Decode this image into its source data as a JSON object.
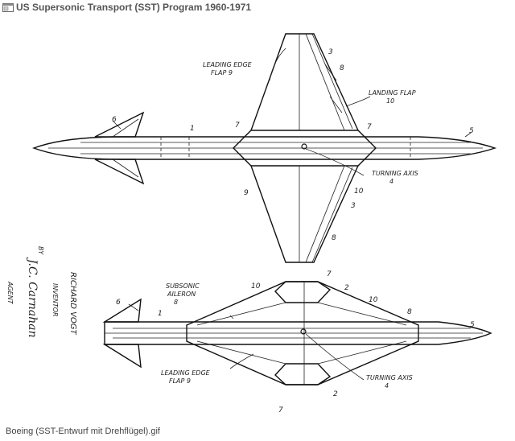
{
  "window": {
    "title": "US Supersonic Transport (SST) Program 1960-1971",
    "icon": "window-icon"
  },
  "drawing": {
    "top_labels": {
      "leading_edge_flap": [
        "LEADING EDGE",
        "FLAP 9"
      ],
      "landing_flap": [
        "LANDING FLAP",
        "10"
      ],
      "turning_axis": [
        "TURNING AXIS",
        "4"
      ],
      "numbers": [
        "3",
        "8",
        "6",
        "7",
        "1",
        "7",
        "5",
        "9",
        "10",
        "3",
        "8"
      ]
    },
    "bottom_labels": {
      "subsonic_aileron": [
        "SUBSONIC",
        "AILERON",
        "8"
      ],
      "leading_edge_flap": [
        "LEADING EDGE",
        "FLAP 9"
      ],
      "turning_axis": [
        "TURNING AXIS",
        "4"
      ],
      "numbers": [
        "7",
        "10",
        "2",
        "10",
        "6",
        "1",
        "8",
        "5",
        "2",
        "7"
      ]
    },
    "inventor_block": {
      "inventor": "INVENTOR",
      "name": "RICHARD VOGT",
      "by": "BY",
      "signature": "J.C. Carnahan",
      "agent": "AGENT"
    }
  },
  "caption": "Boeing (SST-Entwurf mit Drehflügel).gif"
}
